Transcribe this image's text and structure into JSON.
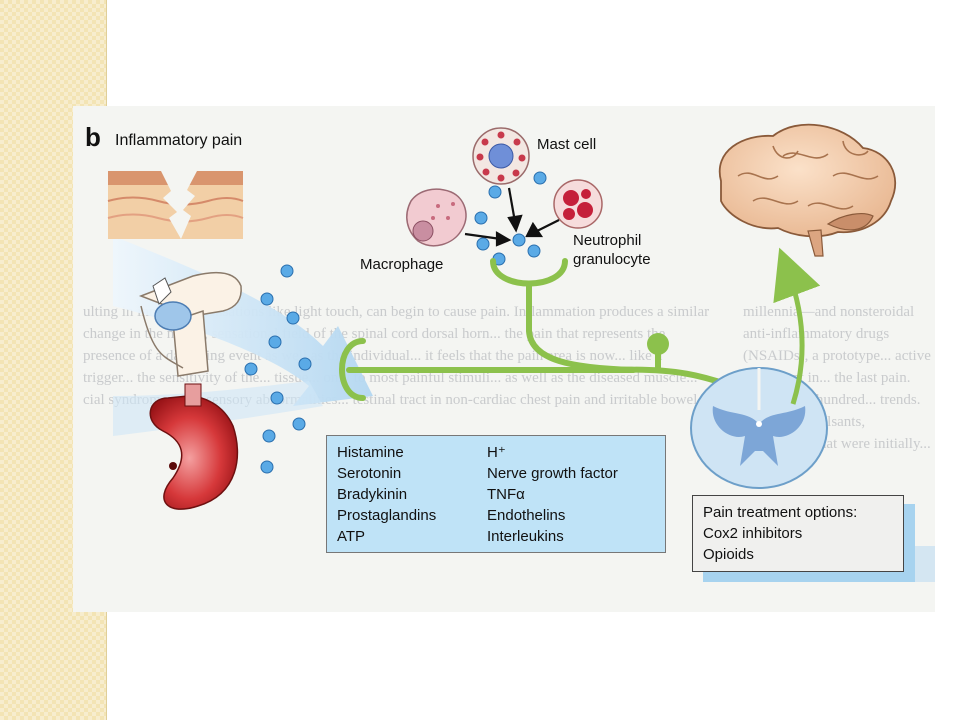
{
  "panel": {
    "letter": "b",
    "title": "Inflammatory pain"
  },
  "cells": {
    "mast": "Mast cell",
    "macrophage": "Macrophage",
    "neutrophil_line1": "Neutrophil",
    "neutrophil_line2": "granulocyte"
  },
  "mediators": {
    "left": [
      "Histamine",
      "Serotonin",
      "Bradykinin",
      "Prostaglandins",
      "ATP"
    ],
    "right": [
      "H⁺",
      "Nerve growth factor",
      "TNFα",
      "Endothelins",
      "Interleukins"
    ]
  },
  "treatment": {
    "title": "Pain treatment options:",
    "items": [
      "Cox2 inhibitors",
      "Opioids"
    ]
  },
  "background_text": {
    "left": "ulting in innocuous sensations like light touch, can begin to cause pain. Inflammation produces a similar change in the neural, sensational field of the spinal cord dorsal horn... the pain that represents the presence of a damaging event as well as the individual... it feels that the pain area is now... like a trigger... the sensitivity of the... tissue... only to most painful stimuli... as well as the diseased muscle... cial syndromes, and sensory abnormalities... testinal tract in non-cardiac chest pain and irritable bowel",
    "right": "millennia—and nonsteroidal anti-inflammatory drugs (NSAIDs), a prototype... active ingredient in... the last pain. The... more hundred... trends. More... convulsants, including... that were initially..."
  },
  "colors": {
    "nerve": "#8cc14c",
    "arrow_blue": "#bcdcf3",
    "molecule": "#5aaae6",
    "mediator_box": "#bfe3f7"
  }
}
